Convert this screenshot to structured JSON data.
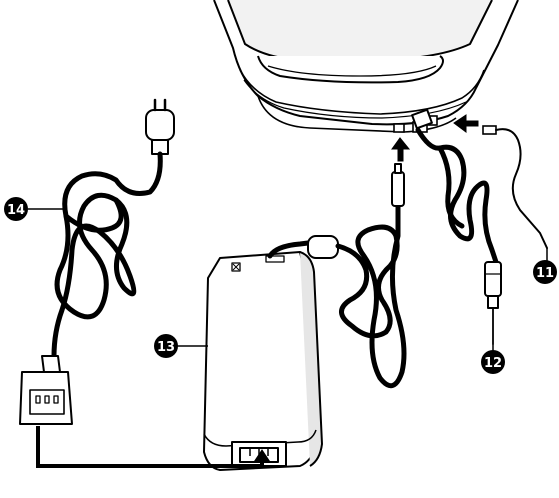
{
  "callouts": {
    "c11": "11",
    "c12": "12",
    "c13": "13",
    "c14": "14"
  },
  "colors": {
    "line": "#000000",
    "fill": "#ffffff",
    "shade": "#e6e6e6",
    "badge": "#000000"
  }
}
